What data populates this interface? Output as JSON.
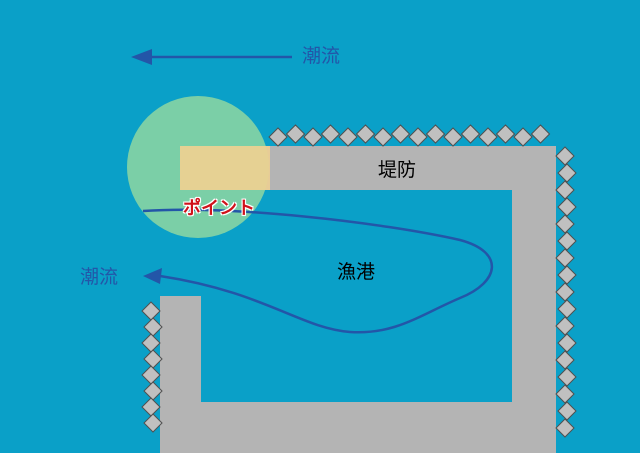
{
  "labels": {
    "current_top": "潮流",
    "current_left": "潮流",
    "breakwater": "堤防",
    "harbor": "漁港",
    "point": "ポイント"
  },
  "colors": {
    "sea": "#0aa0c8",
    "breakwater": "#b4b4b4",
    "armor_block": "#c0c0c0",
    "armor_block_edge": "#505050",
    "arrow": "#2356a8",
    "point_circle": "#a8e09a",
    "point_zone": "#f0d090",
    "point_text": "#d0121a"
  },
  "icons": [
    "armor-block-icon",
    "left-arrow-icon"
  ]
}
